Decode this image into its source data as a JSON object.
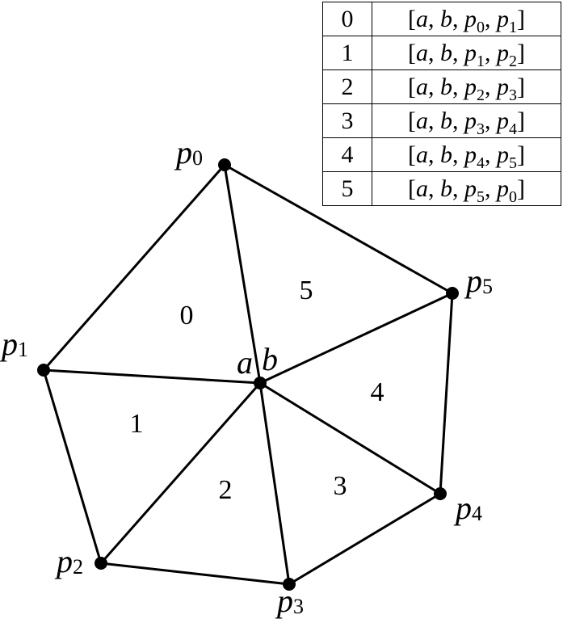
{
  "diagram": {
    "points": [
      {
        "id": "p0",
        "base": "p",
        "sub": "0"
      },
      {
        "id": "p1",
        "base": "p",
        "sub": "1"
      },
      {
        "id": "p2",
        "base": "p",
        "sub": "2"
      },
      {
        "id": "p3",
        "base": "p",
        "sub": "3"
      },
      {
        "id": "p4",
        "base": "p",
        "sub": "4"
      },
      {
        "id": "p5",
        "base": "p",
        "sub": "5"
      }
    ],
    "center": {
      "label_a": "a",
      "label_b": "b"
    },
    "triangles": [
      "0",
      "1",
      "2",
      "3",
      "4",
      "5"
    ]
  },
  "table": {
    "rows": [
      {
        "index": "0",
        "open": "[",
        "a": "a",
        "b": "b",
        "p1base": "p",
        "p1sub": "0",
        "p2base": "p",
        "p2sub": "1",
        "close": "]"
      },
      {
        "index": "1",
        "open": "[",
        "a": "a",
        "b": "b",
        "p1base": "p",
        "p1sub": "1",
        "p2base": "p",
        "p2sub": "2",
        "close": "]"
      },
      {
        "index": "2",
        "open": "[",
        "a": "a",
        "b": "b",
        "p1base": "p",
        "p1sub": "2",
        "p2base": "p",
        "p2sub": "3",
        "close": "]"
      },
      {
        "index": "3",
        "open": "[",
        "a": "a",
        "b": "b",
        "p1base": "p",
        "p1sub": "3",
        "p2base": "p",
        "p2sub": "4",
        "close": "]"
      },
      {
        "index": "4",
        "open": "[",
        "a": "a",
        "b": "b",
        "p1base": "p",
        "p1sub": "4",
        "p2base": "p",
        "p2sub": "5",
        "close": "]"
      },
      {
        "index": "5",
        "open": "[",
        "a": "a",
        "b": "b",
        "p1base": "p",
        "p1sub": "5",
        "p2base": "p",
        "p2sub": "0",
        "close": "]"
      }
    ]
  }
}
